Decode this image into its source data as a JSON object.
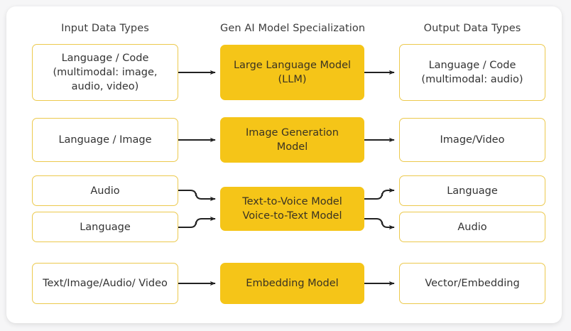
{
  "card": {
    "background": "#ffffff",
    "page_background": "#f6f6f7"
  },
  "palette": {
    "model_fill": "#f5c518",
    "io_border": "#ecc94d",
    "text": "#333333",
    "arrow": "#222222"
  },
  "columns": {
    "input_header": "Input Data Types",
    "model_header": "Gen AI Model Specialization",
    "output_header": "Output Data Types"
  },
  "rows": [
    {
      "id": "llm",
      "inputs": [
        {
          "lines": [
            "Language / Code",
            "(multimodal: image,",
            "audio, video)"
          ]
        }
      ],
      "model": {
        "lines": [
          "Large Language Model",
          "(LLM)"
        ]
      },
      "outputs": [
        {
          "lines": [
            "Language / Code",
            "(multimodal: audio)"
          ]
        }
      ]
    },
    {
      "id": "image-generation",
      "inputs": [
        {
          "lines": [
            "Language / Image"
          ]
        }
      ],
      "model": {
        "lines": [
          "Image Generation",
          "Model"
        ]
      },
      "outputs": [
        {
          "lines": [
            "Image/Video"
          ]
        }
      ]
    },
    {
      "id": "voice",
      "inputs": [
        {
          "lines": [
            "Audio"
          ]
        },
        {
          "lines": [
            "Language"
          ]
        }
      ],
      "model": {
        "lines": [
          "Text-to-Voice Model",
          "Voice-to-Text Model"
        ]
      },
      "outputs": [
        {
          "lines": [
            "Language"
          ]
        },
        {
          "lines": [
            "Audio"
          ]
        }
      ]
    },
    {
      "id": "embedding",
      "inputs": [
        {
          "lines": [
            "Text/Image/Audio/ Video"
          ]
        }
      ],
      "model": {
        "lines": [
          "Embedding Model"
        ]
      },
      "outputs": [
        {
          "lines": [
            "Vector/Embedding"
          ]
        }
      ]
    }
  ]
}
